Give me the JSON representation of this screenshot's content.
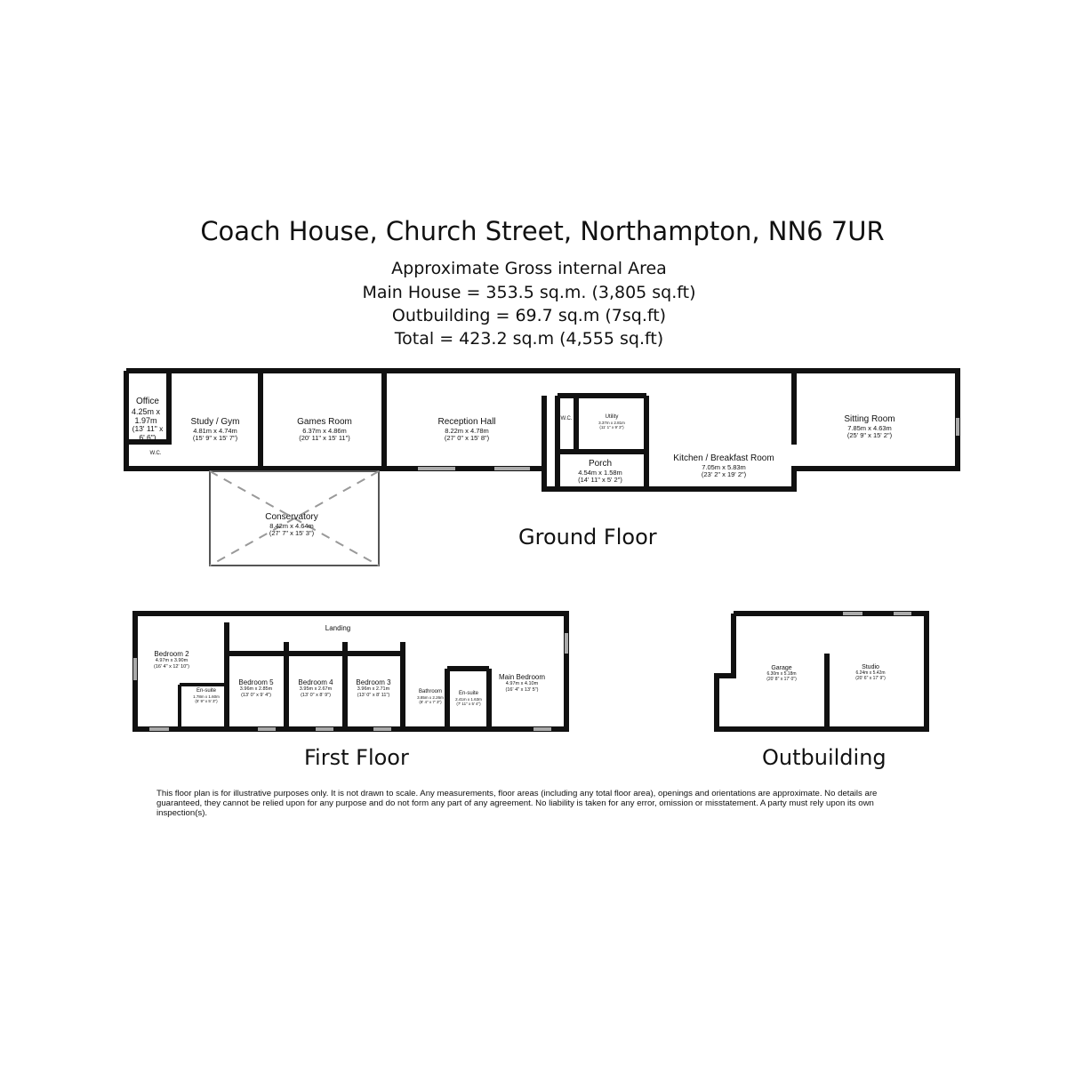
{
  "title": "Coach House, Church Street, Northampton, NN6 7UR",
  "area": {
    "heading": "Approximate Gross internal Area",
    "main_house": "Main House = 353.5 sq.m. (3,805 sq.ft)",
    "outbuilding": "Outbuilding = 69.7 sq.m (7sq.ft)",
    "total": "Total = 423.2 sq.m (4,555 sq.ft)"
  },
  "ground_floor": {
    "label": "Ground Floor",
    "rooms": [
      {
        "name": "Office",
        "dims": "4.25m x 1.97m",
        "imperial": "(13' 11\" x 6' 6\")"
      },
      {
        "name": "W.C.",
        "dims": "",
        "imperial": ""
      },
      {
        "name": "Study / Gym",
        "dims": "4.81m x 4.74m",
        "imperial": "(15' 9\" x 15' 7\")"
      },
      {
        "name": "Games Room",
        "dims": "6.37m x 4.86m",
        "imperial": "(20' 11\" x 15' 11\")"
      },
      {
        "name": "Reception Hall",
        "dims": "8.22m x 4.78m",
        "imperial": "(27' 0\" x 15' 8\")"
      },
      {
        "name": "Conservatory",
        "dims": "8.42m x 4.64m",
        "imperial": "(27' 7\" x 15' 3\")"
      },
      {
        "name": "W.C.",
        "dims": "",
        "imperial": ""
      },
      {
        "name": "Utility",
        "dims": "3.37m x 2.81m",
        "imperial": "(11' 1\" x 9' 3\")"
      },
      {
        "name": "Porch",
        "dims": "4.54m x 1.58m",
        "imperial": "(14' 11\" x 5' 2\")"
      },
      {
        "name": "Kitchen / Breakfast Room",
        "dims": "7.05m x 5.83m",
        "imperial": "(23' 2\" x 19' 2\")"
      },
      {
        "name": "Sitting Room",
        "dims": "7.85m x 4.63m",
        "imperial": "(25' 9\" x 15' 2\")"
      }
    ]
  },
  "first_floor": {
    "label": "First Floor",
    "rooms": [
      {
        "name": "Landing",
        "dims": "",
        "imperial": ""
      },
      {
        "name": "Bedroom 2",
        "dims": "4.97m x 3.90m",
        "imperial": "(16' 4\" x 12' 10\")"
      },
      {
        "name": "En-suite",
        "dims": "1.78m x 1.60m",
        "imperial": "(5' 9\" x 5' 3\")"
      },
      {
        "name": "Bedroom 5",
        "dims": "3.96m x 2.85m",
        "imperial": "(13' 0\" x 9' 4\")"
      },
      {
        "name": "Bedroom 4",
        "dims": "3.95m x 2.67m",
        "imperial": "(13' 0\" x 8' 9\")"
      },
      {
        "name": "Bedroom 3",
        "dims": "3.96m x 2.71m",
        "imperial": "(13' 0\" x 8' 11\")"
      },
      {
        "name": "Bathroom",
        "dims": "3.85m x 2.26m",
        "imperial": "(8' 4\" x 7' 3\")"
      },
      {
        "name": "En-suite",
        "dims": "2.41m x 1.63m",
        "imperial": "(7' 11\" x 5' 4\")"
      },
      {
        "name": "Main Bedroom",
        "dims": "4.97m x 4.10m",
        "imperial": "(16' 4\" x 13' 5\")"
      }
    ]
  },
  "outbuilding": {
    "label": "Outbuilding",
    "rooms": [
      {
        "name": "Garage",
        "dims": "6.30m x 5.18m",
        "imperial": "(20' 8\" x 17' 0\")"
      },
      {
        "name": "Studio",
        "dims": "6.24m x 5.42m",
        "imperial": "(20' 6\" x 17' 9\")"
      }
    ]
  },
  "disclaimer": "This floor plan is for illustrative purposes only. It is not drawn to scale. Any measurements, floor areas (including any total floor area), openings and orientations are approximate. No details are guaranteed, they cannot be relied upon for any purpose and do not form any part of any agreement. No liability is taken for any error, omission or misstatement. A party must rely upon its own inspection(s)."
}
